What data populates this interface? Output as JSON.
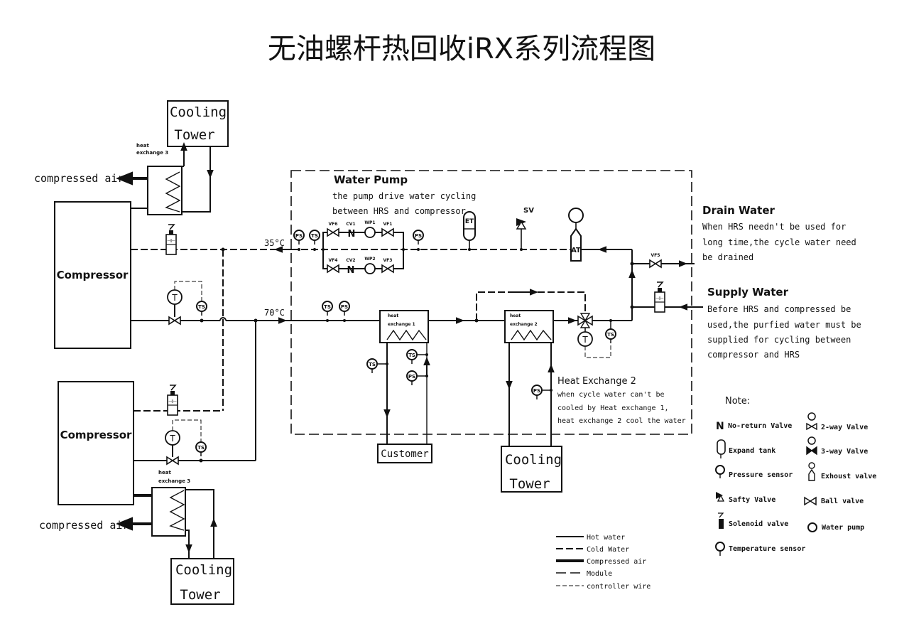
{
  "title": "无油螺杆热回收iRX系列流程图",
  "components": {
    "cooling_tower_top": {
      "line1": "Cooling",
      "line2": "Tower"
    },
    "cooling_tower_mid": {
      "line1": "Cooling",
      "line2": "Tower"
    },
    "cooling_tower_bottom": {
      "line1": "Cooling",
      "line2": "Tower"
    },
    "heat_exchange_3_top": {
      "line1": "heat",
      "line2": "exchange 3"
    },
    "heat_exchange_3_bottom": {
      "line1": "heat",
      "line2": "exchange 3"
    },
    "heat_exchange_1": {
      "line1": "heat",
      "line2": "exchange 1"
    },
    "heat_exchange_2": {
      "line1": "heat",
      "line2": "exchange 2"
    },
    "compressor_top": "Compressor",
    "compressor_bottom": "Compressor",
    "customer": "Customer",
    "compressed_air_top": "compressed air",
    "compressed_air_bottom": "compressed air",
    "temp_35": "35°C",
    "temp_70": "70°C",
    "expand_tank": "ET",
    "safety_valve": "SV",
    "exhaust_tank": "AT"
  },
  "valve_labels": {
    "vf6": "VF6",
    "cv1": "CV1",
    "wp1": "WP1",
    "vf1": "VF1",
    "vf4": "VF4",
    "cv2": "CV2",
    "wp2": "WP2",
    "vf3": "VF3",
    "vf5": "VF5"
  },
  "sensor_labels": {
    "pressure": "PS",
    "temperature": "TS"
  },
  "annotations": {
    "water_pump": {
      "title": "Water Pump",
      "lines": [
        "the pump drive water cycling",
        "between HRS and compressor"
      ]
    },
    "drain_water": {
      "title": "Drain Water",
      "lines": [
        "When HRS needn't be used for",
        "long time,the cycle water need",
        "be drained"
      ]
    },
    "supply_water": {
      "title": "Supply Water",
      "lines": [
        "Before HRS and compressed be",
        "used,the purfied water must be",
        "supplied for cycling between",
        "compressor and HRS"
      ]
    },
    "heat_exchange_2": {
      "title": "Heat Exchange 2",
      "lines": [
        "when cycle water can't be",
        "cooled by Heat exchange 1,",
        "heat exchange 2 cool the water"
      ]
    }
  },
  "note": {
    "title": "Note:",
    "items": [
      {
        "icon": "no-return-valve-icon",
        "label": "No-return Valve"
      },
      {
        "icon": "two-way-valve-icon",
        "label": "2-way Valve"
      },
      {
        "icon": "expand-tank-icon",
        "label": "Expand tank"
      },
      {
        "icon": "three-way-valve-icon",
        "label": "3-way Valve"
      },
      {
        "icon": "pressure-sensor-icon",
        "label": "Pressure sensor"
      },
      {
        "icon": "exhaust-valve-icon",
        "label": "Exhoust valve"
      },
      {
        "icon": "safety-valve-icon",
        "label": "Safty Valve"
      },
      {
        "icon": "ball-valve-icon",
        "label": "Ball valve"
      },
      {
        "icon": "solenoid-valve-icon",
        "label": "Solenoid valve"
      },
      {
        "icon": "water-pump-icon",
        "label": "Water pump"
      },
      {
        "icon": "temperature-sensor-icon",
        "label": "Temperature sensor"
      }
    ]
  },
  "line_legend": [
    {
      "style": "hot",
      "label": "Hot water"
    },
    {
      "style": "cold",
      "label": "Cold Water"
    },
    {
      "style": "air",
      "label": "Compressed air"
    },
    {
      "style": "module",
      "label": "Module"
    },
    {
      "style": "ctrl",
      "label": "controller wire"
    }
  ]
}
